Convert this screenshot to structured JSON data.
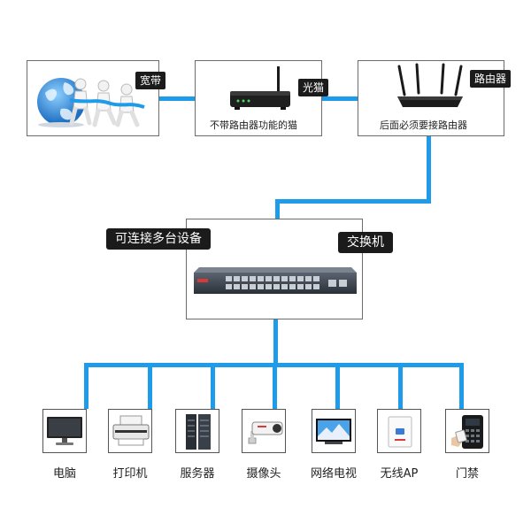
{
  "colors": {
    "wire": "#1e9be9",
    "tag_bg": "#1b1b1b",
    "box_border": "#6b6b6b"
  },
  "top_row": {
    "broadband": {
      "tag": "宽带",
      "icon": "people-globe-icon"
    },
    "modem": {
      "tag": "光猫",
      "caption": "不带路由器功能的猫",
      "icon": "modem-icon"
    },
    "router": {
      "tag": "路由器",
      "caption": "后面必须要接路由器",
      "icon": "router-icon"
    }
  },
  "switch": {
    "note": "可连接多台设备",
    "tag": "交换机",
    "icon": "network-switch-icon"
  },
  "devices": [
    {
      "label": "电脑",
      "icon": "computer-monitor-icon"
    },
    {
      "label": "打印机",
      "icon": "printer-icon"
    },
    {
      "label": "服务器",
      "icon": "server-rack-icon"
    },
    {
      "label": "摄像头",
      "icon": "security-camera-icon"
    },
    {
      "label": "网络电视",
      "icon": "television-icon"
    },
    {
      "label": "无线AP",
      "icon": "wireless-ap-icon"
    },
    {
      "label": "门禁",
      "icon": "access-control-icon"
    }
  ]
}
